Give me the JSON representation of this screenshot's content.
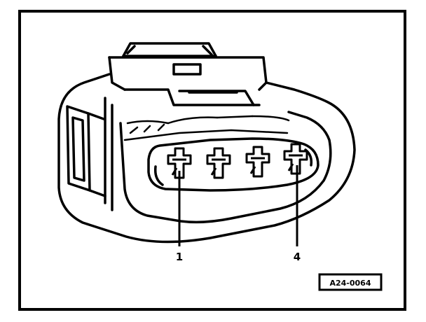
{
  "diagram": {
    "callouts": {
      "pin_1": "1",
      "pin_4": "4"
    },
    "reference_code": "A24-0064"
  },
  "colors": {
    "ink": "#000000",
    "paper": "#ffffff"
  }
}
